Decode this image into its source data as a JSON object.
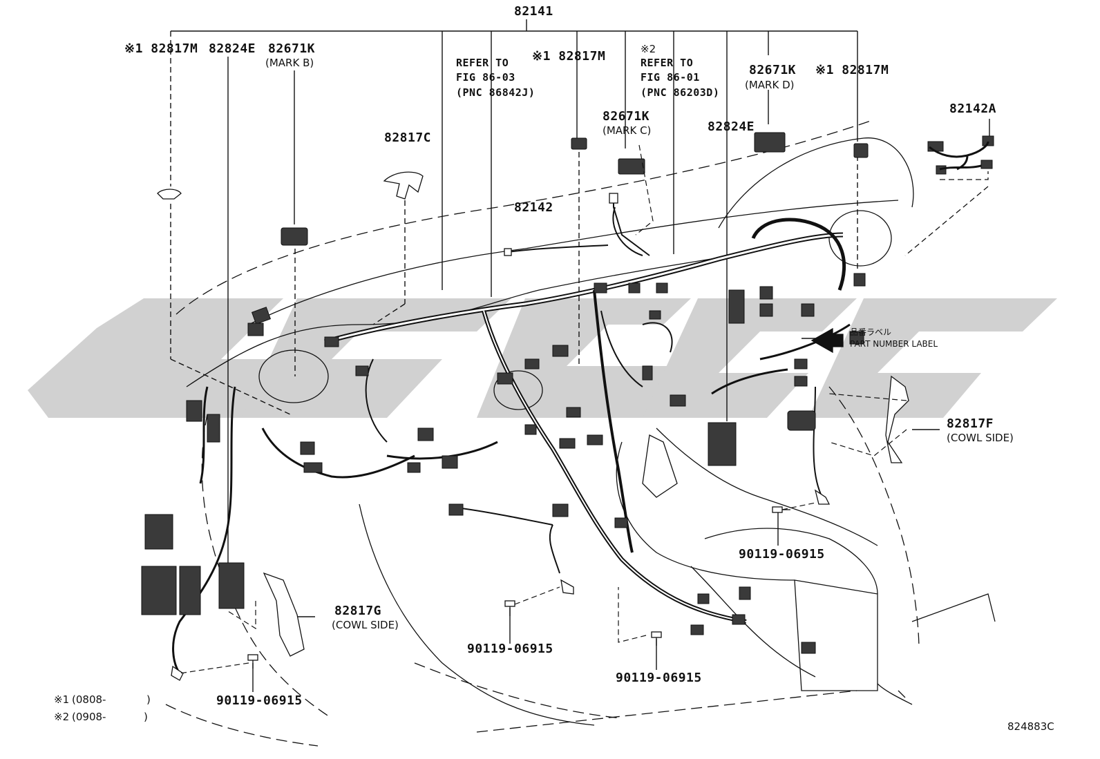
{
  "colors": {
    "line": "#111111",
    "watermark": "#c9c9c9",
    "background": "#ffffff"
  },
  "top_group": "82141",
  "callouts": [
    {
      "key": "c1",
      "text": "※1 82817M"
    },
    {
      "key": "c2",
      "text": "82824E"
    },
    {
      "key": "c3",
      "text": "82671K",
      "sub": "(MARK B)"
    },
    {
      "key": "c4",
      "text": "82817C"
    },
    {
      "key": "c5",
      "text": "82142"
    },
    {
      "key": "c6",
      "text": "※1 82817M"
    },
    {
      "key": "c7",
      "text": "82671K",
      "sub": "(MARK C)"
    },
    {
      "key": "c8",
      "text": "82824E"
    },
    {
      "key": "c9",
      "text": "82671K",
      "sub": "(MARK D)"
    },
    {
      "key": "c10",
      "text": "※1 82817M"
    },
    {
      "key": "c11",
      "text": "82142A"
    },
    {
      "key": "c12",
      "text": "82817F",
      "sub": "(COWL SIDE)"
    },
    {
      "key": "c13",
      "text": "82817G",
      "sub": "(COWL SIDE)"
    },
    {
      "key": "c14",
      "text": "90119-06915"
    },
    {
      "key": "c15",
      "text": "90119-06915"
    },
    {
      "key": "c16",
      "text": "90119-06915"
    },
    {
      "key": "c17",
      "text": "90119-06915"
    }
  ],
  "references": [
    {
      "key": "r1",
      "lines": [
        "REFER TO",
        "FIG 86-03",
        "(PNC 86842J)"
      ]
    },
    {
      "key": "r2",
      "prefix": "※2",
      "lines": [
        "REFER TO",
        "FIG 86-01",
        "(PNC 86203D)"
      ]
    }
  ],
  "part_number_label": {
    "jp": "品番ラベル",
    "en": "PART NUMBER LABEL"
  },
  "notes": [
    {
      "mark": "※1",
      "text": "(0808-",
      "close": ")"
    },
    {
      "mark": "※2",
      "text": "(0908-",
      "close": ")"
    }
  ],
  "figure_id": "824883C"
}
